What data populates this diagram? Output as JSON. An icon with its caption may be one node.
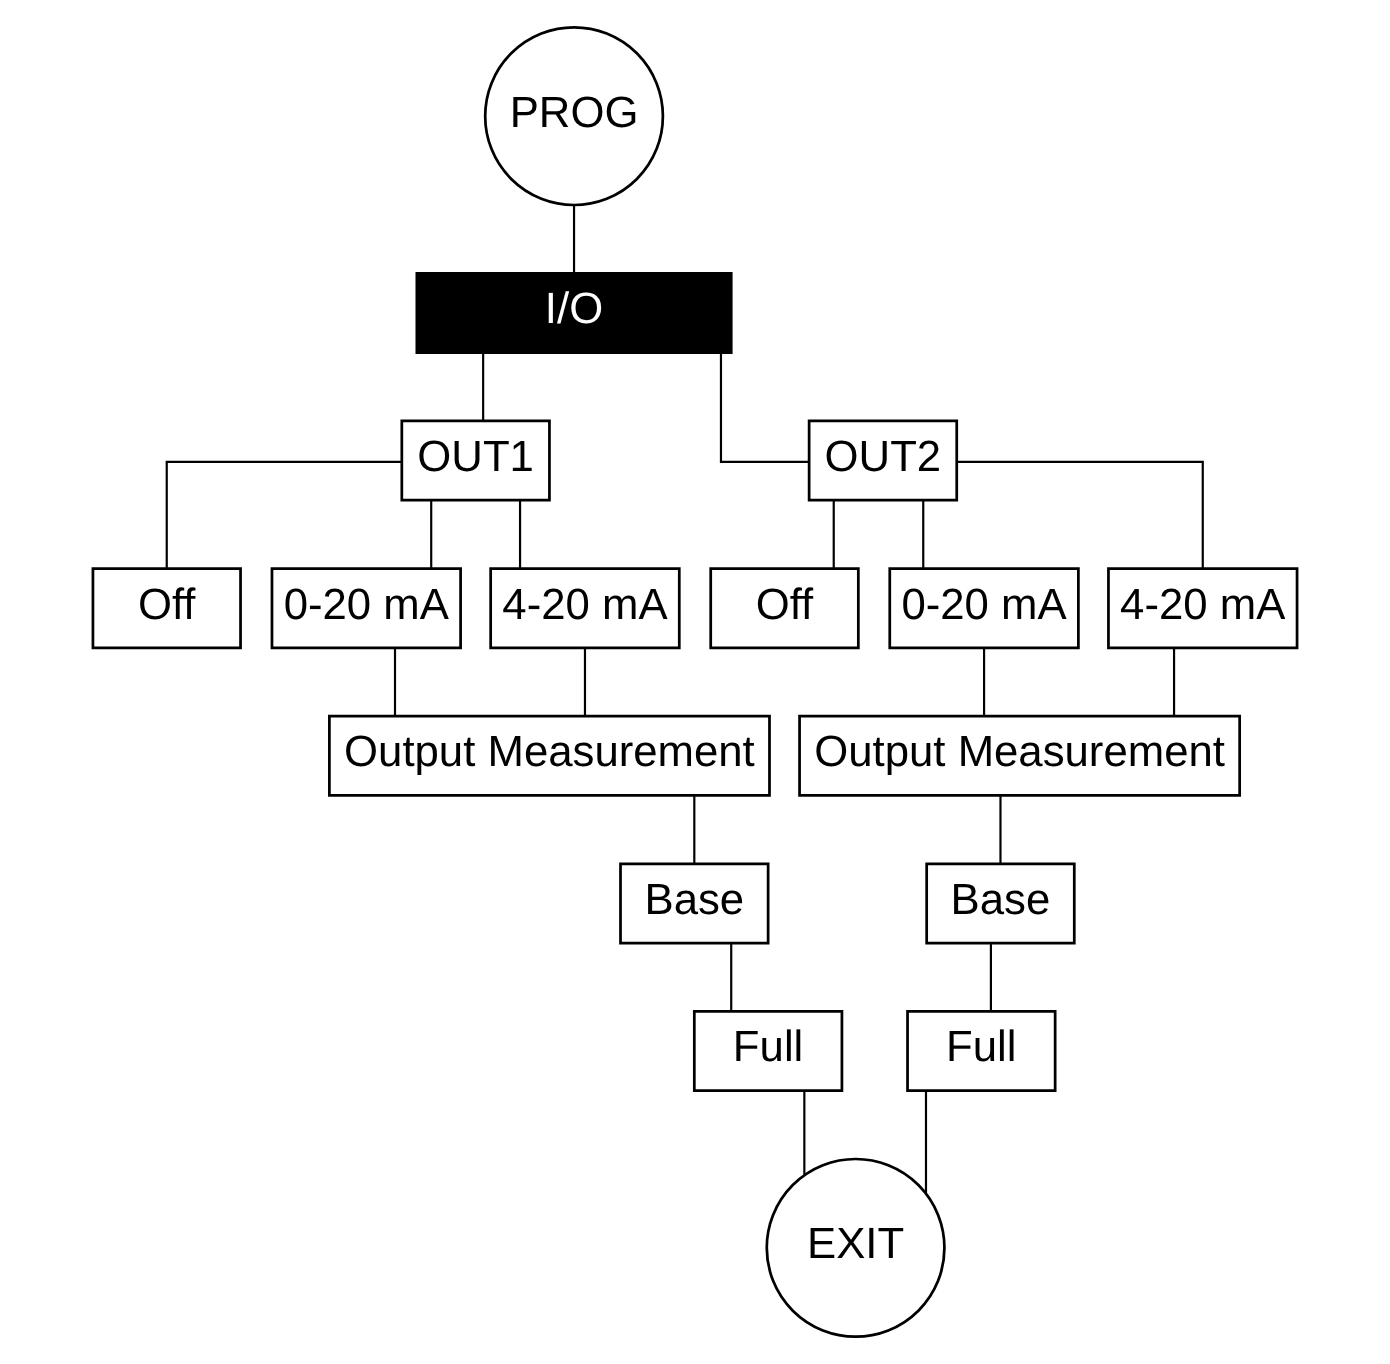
{
  "diagram": {
    "nodes": [
      {
        "text": [
          "PROG"
        ]
      },
      {
        "text": [
          "I/O"
        ]
      },
      {
        "text": [
          "OUT1"
        ]
      },
      {
        "text": [
          "Off"
        ]
      },
      {
        "text": [
          "0-20 mA"
        ]
      },
      {
        "text": [
          "4-20 mA"
        ]
      },
      {
        "text": [
          "Output Measurement"
        ]
      },
      {
        "text": [
          "Base"
        ]
      },
      {
        "text": [
          "Full"
        ]
      },
      {
        "text": [
          "OUT2"
        ]
      },
      {
        "text": [
          "Off"
        ]
      },
      {
        "text": [
          "0-20 mA"
        ]
      },
      {
        "text": [
          "4-20 mA"
        ]
      },
      {
        "text": [
          "Output Measurement"
        ]
      },
      {
        "text": [
          "Base"
        ]
      },
      {
        "text": [
          "Full"
        ]
      },
      {
        "text": [
          "EXIT"
        ]
      }
    ],
    "edges": [
      {
        "from": 0,
        "to": 1,
        "arrow": "none"
      },
      {
        "from": 1,
        "to": 2,
        "arrow": "none"
      },
      {
        "from": 1,
        "to": 9,
        "arrow": "none"
      },
      {
        "from": 2,
        "to": 3,
        "arrow": "none"
      },
      {
        "from": 2,
        "to": 4,
        "arrow": "none"
      },
      {
        "from": 2,
        "to": 5,
        "arrow": "none"
      },
      {
        "from": 4,
        "to": 6,
        "arrow": "none"
      },
      {
        "from": 5,
        "to": 6,
        "arrow": "none"
      },
      {
        "from": 6,
        "to": 7,
        "arrow": "none"
      },
      {
        "from": 7,
        "to": 8,
        "arrow": "none"
      },
      {
        "from": 8,
        "to": 16,
        "arrow": "none"
      },
      {
        "from": 9,
        "to": 10,
        "arrow": "none"
      },
      {
        "from": 9,
        "to": 11,
        "arrow": "none"
      },
      {
        "from": 9,
        "to": 12,
        "arrow": "none"
      },
      {
        "from": 11,
        "to": 13,
        "arrow": "none"
      },
      {
        "from": 12,
        "to": 13,
        "arrow": "none"
      },
      {
        "from": 13,
        "to": 14,
        "arrow": "none"
      },
      {
        "from": 14,
        "to": 15,
        "arrow": "none"
      },
      {
        "from": 15,
        "to": 16,
        "arrow": "none"
      }
    ]
  }
}
